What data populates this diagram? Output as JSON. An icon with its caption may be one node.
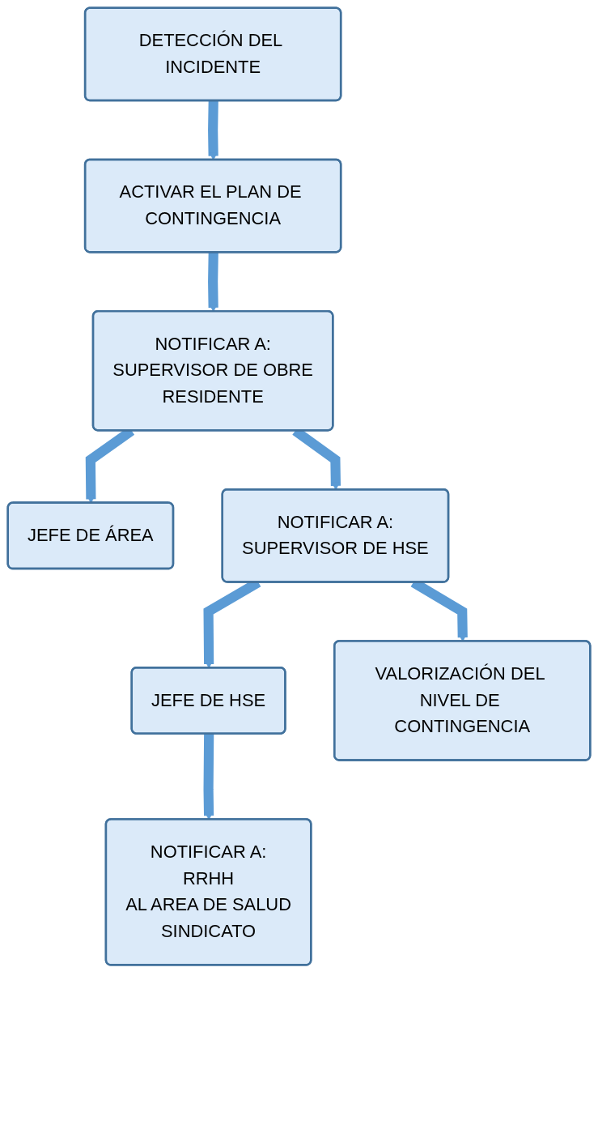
{
  "diagram": {
    "nodes": [
      {
        "text": [
          "DETECCIÓN DEL INCIDENTE"
        ]
      },
      {
        "text": [
          "ACTIVAR EL PLAN DE CONTINGENCIA"
        ]
      },
      {
        "text": [
          "NOTIFICAR A:",
          "SUPERVISOR DE OBRE",
          "RESIDENTE"
        ]
      },
      {
        "text": [
          "JEFE DE ÁREA"
        ]
      },
      {
        "text": [
          "NOTIFICAR A:",
          "SUPERVISOR DE HSE"
        ]
      },
      {
        "text": [
          "JEFE DE HSE"
        ]
      },
      {
        "text": [
          "VALORIZACIÓN DEL NIVEL DE CONTINGENCIA"
        ]
      },
      {
        "text": [
          "NOTIFICAR A:",
          "RRHH",
          "AL AREA DE SALUD",
          "SINDICATO"
        ]
      }
    ],
    "edges": [
      {
        "from": 0,
        "to": 1,
        "arrow": "to"
      },
      {
        "from": 1,
        "to": 2,
        "arrow": "to"
      },
      {
        "from": 2,
        "to": 3,
        "arrow": "to"
      },
      {
        "from": 2,
        "to": 4,
        "arrow": "to"
      },
      {
        "from": 4,
        "to": 5,
        "arrow": "to"
      },
      {
        "from": 4,
        "to": 6,
        "arrow": "to"
      },
      {
        "from": 5,
        "to": 7,
        "arrow": "to"
      }
    ]
  }
}
